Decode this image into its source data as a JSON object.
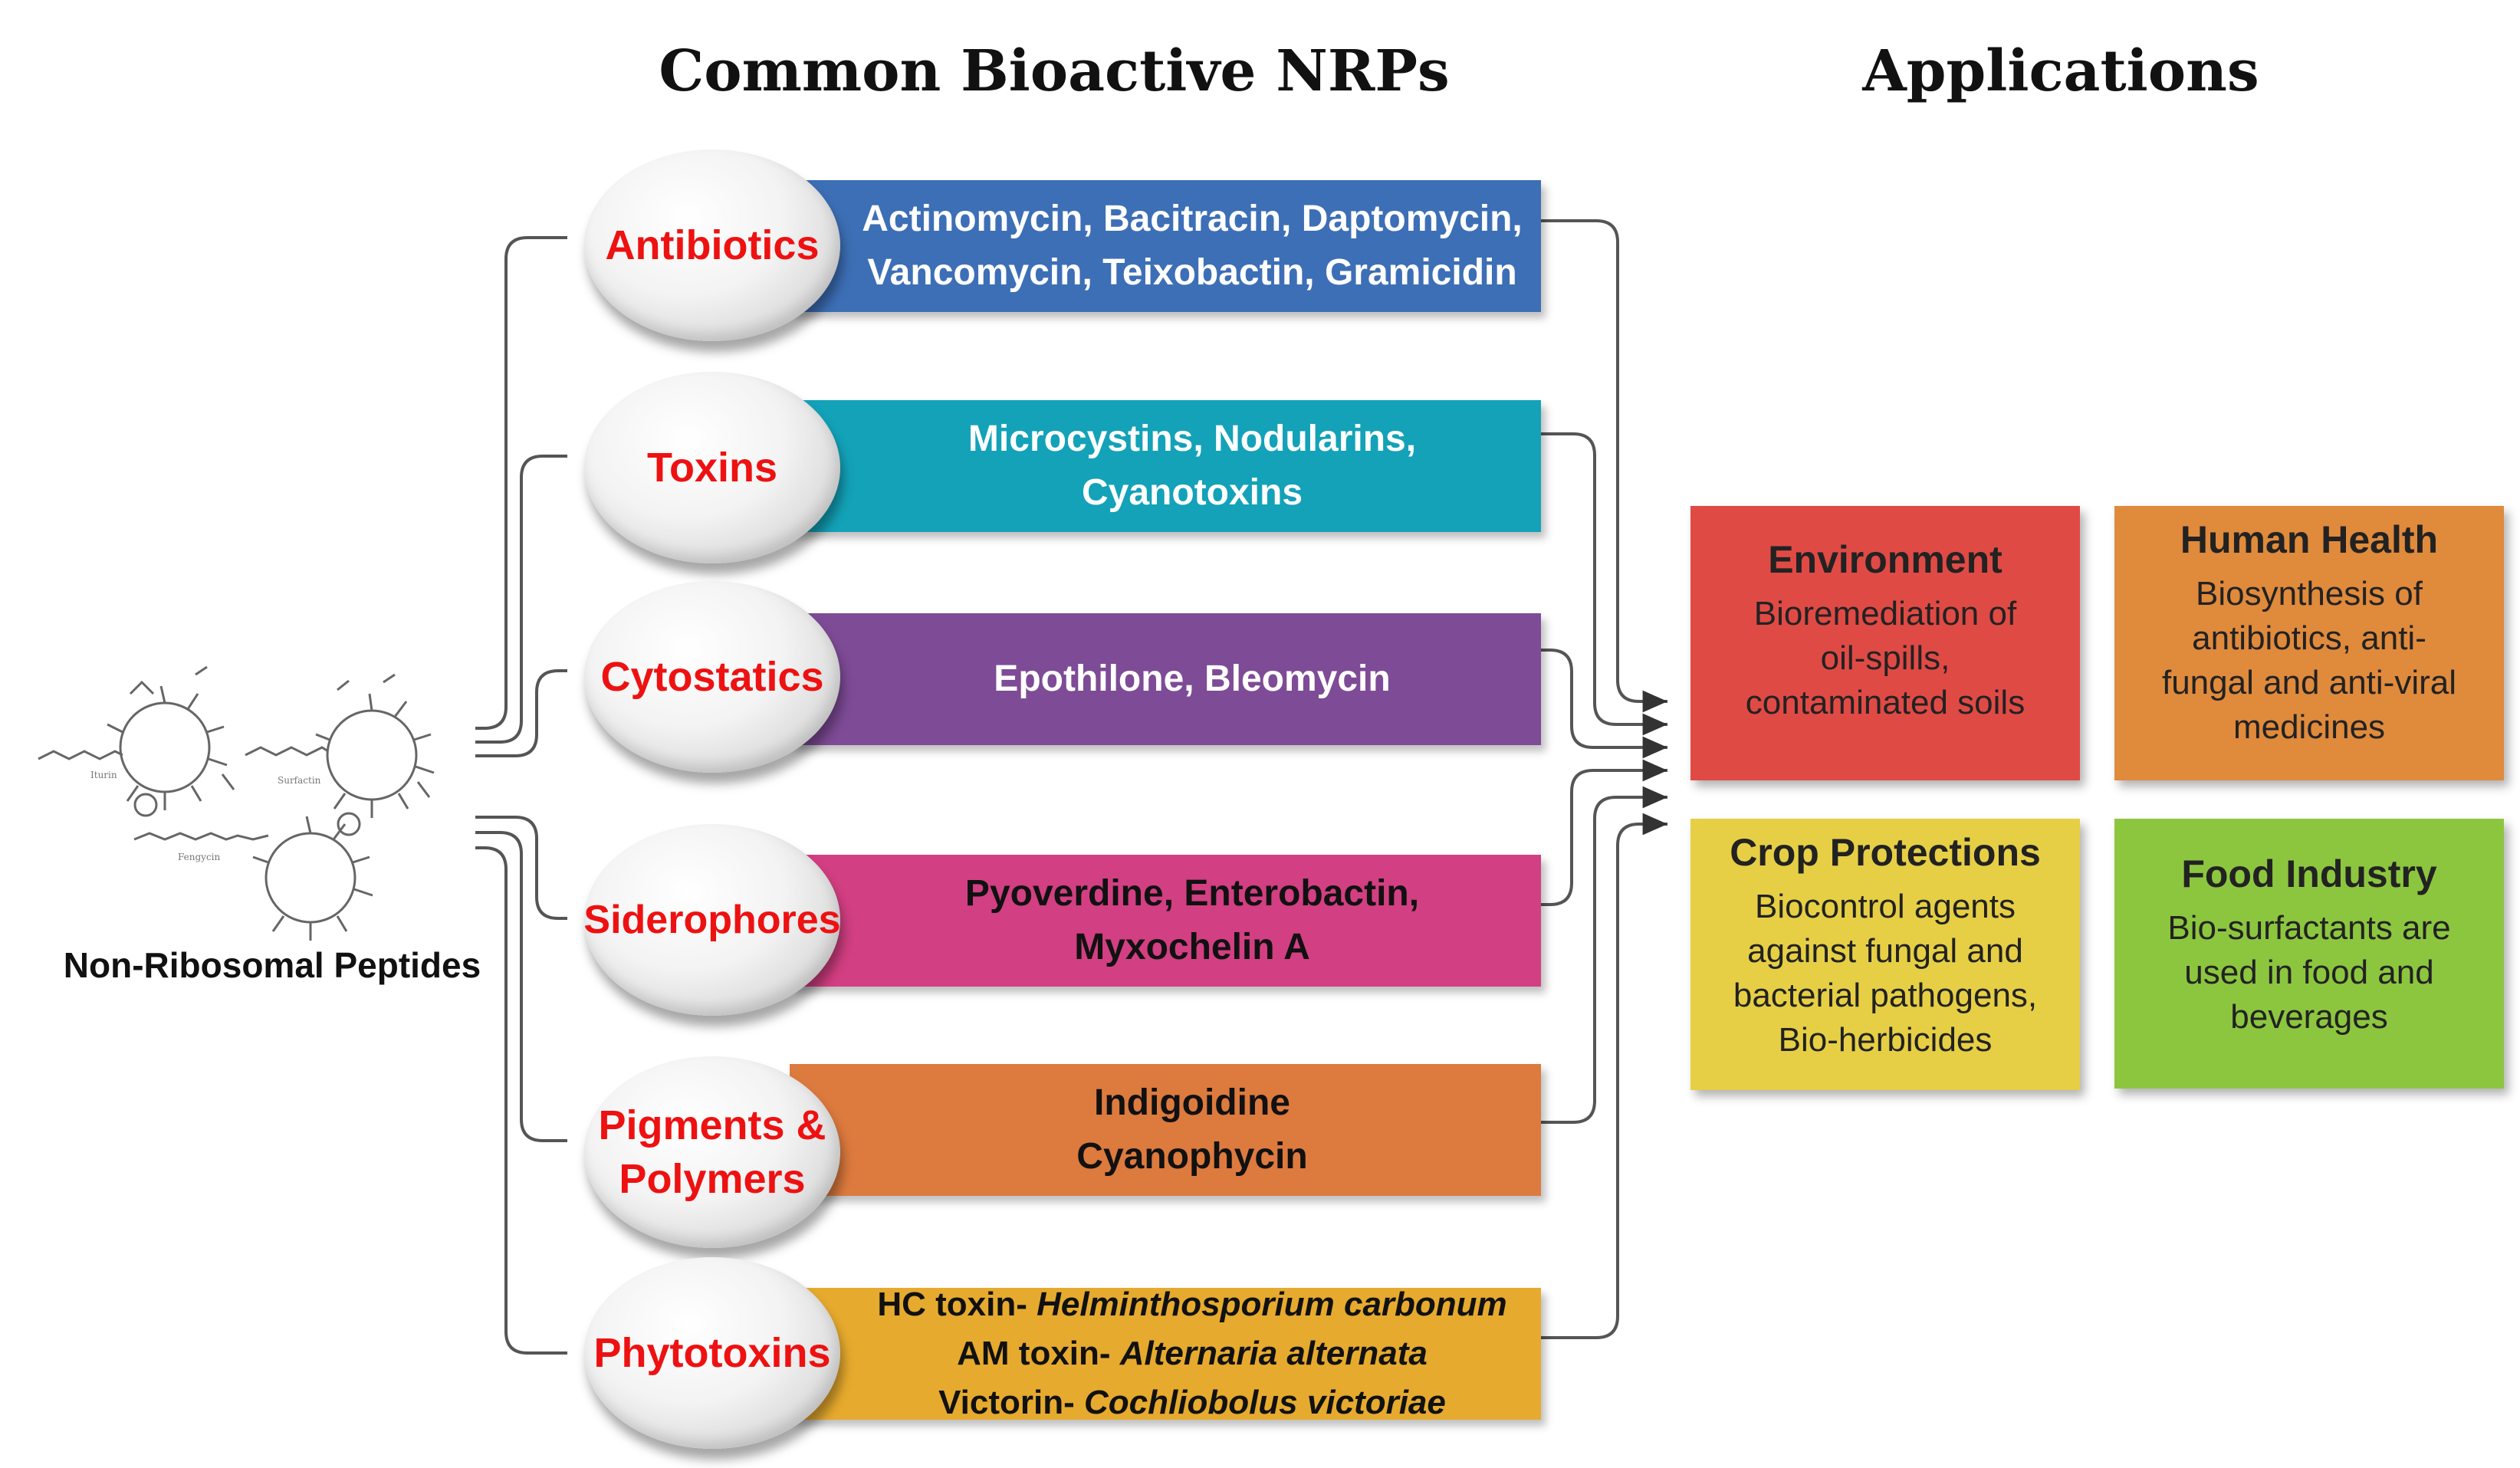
{
  "headings": {
    "left": "Common Bioactive NRPs",
    "right": "Applications"
  },
  "source": {
    "label": "Non-Ribosomal Peptides",
    "structures": [
      "Iturin",
      "Surfactin",
      "Fengycin"
    ]
  },
  "categories": [
    {
      "label": [
        "Antibiotics"
      ],
      "items": [
        "Actinomycin, Bacitracin, Daptomycin,",
        "Vancomycin, Teixobactin, Gramicidin"
      ],
      "color": "#3d6fb6",
      "text_color": "#ffffff"
    },
    {
      "label": [
        "Toxins"
      ],
      "items": [
        "Microcystins, Nodularins,",
        "Cyanotoxins"
      ],
      "color": "#13a2b8",
      "text_color": "#ffffff"
    },
    {
      "label": [
        "Cytostatics"
      ],
      "items": [
        "Epothilone, Bleomycin"
      ],
      "color": "#7e4b96",
      "text_color": "#ffffff"
    },
    {
      "label": [
        "Siderophores"
      ],
      "items": [
        "Pyoverdine, Enterobactin,",
        "Myxochelin A"
      ],
      "color": "#d23f82",
      "text_color": "#111111"
    },
    {
      "label": [
        "Pigments &",
        "Polymers"
      ],
      "items": [
        "Indigoidine",
        "Cyanophycin"
      ],
      "color": "#dd7a3e",
      "text_color": "#111111"
    },
    {
      "label": [
        "Phytotoxins"
      ],
      "items": [
        {
          "plain": "HC toxin- ",
          "italic": "Helminthosporium carbonum"
        },
        {
          "plain": "AM toxin- ",
          "italic": "Alternaria alternata"
        },
        {
          "plain": "Victorin-  ",
          "italic": "Cochliobolus victoriae"
        }
      ],
      "color": "#e6aa2e",
      "text_color": "#111111"
    }
  ],
  "applications": [
    {
      "title": "Environment",
      "description": [
        "Bioremediation of",
        "oil-spills,",
        "contaminated soils"
      ],
      "color": "#e04a45"
    },
    {
      "title": "Human Health",
      "description": [
        "Biosynthesis of",
        "antibiotics, anti-",
        "fungal and anti-viral",
        "medicines"
      ],
      "color": "#e08a3c"
    },
    {
      "title": "Crop Protections",
      "description": [
        "Biocontrol agents",
        "against fungal and",
        "bacterial pathogens,",
        "Bio-herbicides"
      ],
      "color": "#e6cf45"
    },
    {
      "title": "Food Industry",
      "description": [
        "Bio-surfactants are",
        "used in food and",
        "beverages"
      ],
      "color": "#8cc63f"
    }
  ]
}
